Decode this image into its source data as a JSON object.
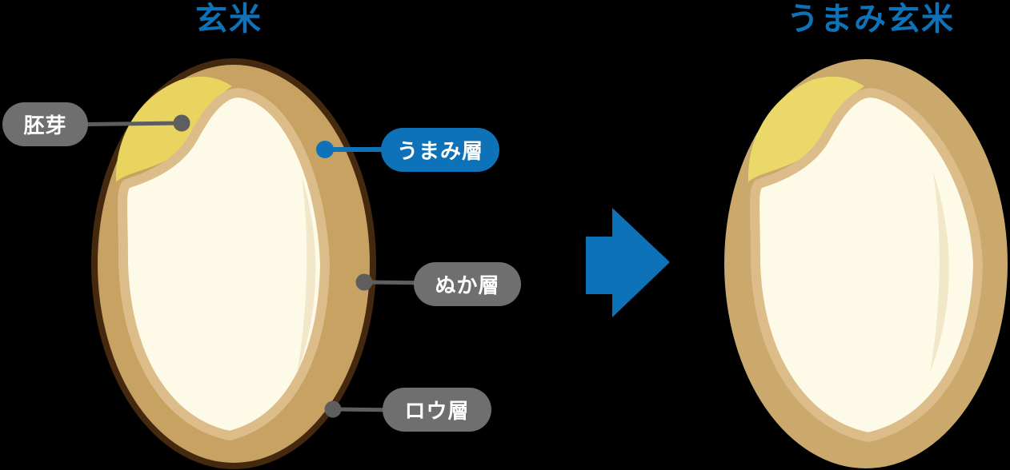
{
  "left_panel": {
    "title": "玄米",
    "labels": {
      "germ": "胚芽",
      "umami_layer": "うまみ層",
      "bran_layer": "ぬか層",
      "wax_layer": "ロウ層"
    }
  },
  "right_panel": {
    "title": "うまみ玄米"
  },
  "colors": {
    "background": "#000000",
    "accent_blue": "#0e72b8",
    "label_pill_gray": "#6f6f6f",
    "callout_line_gray": "#5e5e5e",
    "grain_outline_dark_brown": "#44290f",
    "bran_layer_tan": "#c7a263",
    "inner_ring_light_tan": "#dcbd8a",
    "endosperm_ivory": "#fdfae7",
    "endosperm_highlight_cream": "#f2e8c9",
    "germ_yellow": "#e8d45f",
    "germ_yellow_right": "#ead968"
  }
}
